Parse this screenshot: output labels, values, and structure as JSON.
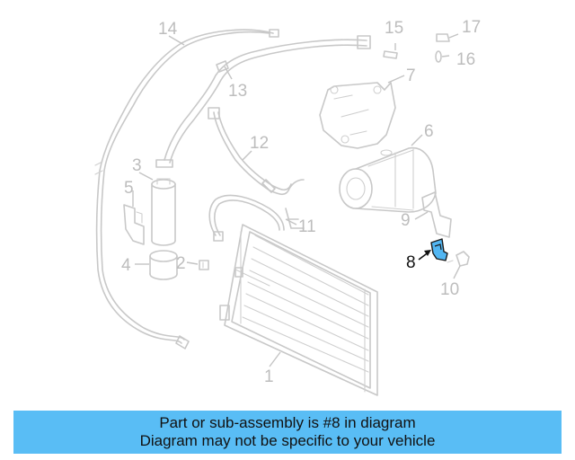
{
  "diagram": {
    "callouts": [
      {
        "id": "1",
        "label": "1"
      },
      {
        "id": "2",
        "label": "2"
      },
      {
        "id": "3",
        "label": "3"
      },
      {
        "id": "4",
        "label": "4"
      },
      {
        "id": "5",
        "label": "5"
      },
      {
        "id": "6",
        "label": "6"
      },
      {
        "id": "7",
        "label": "7"
      },
      {
        "id": "8",
        "label": "8",
        "highlighted": true
      },
      {
        "id": "9",
        "label": "9"
      },
      {
        "id": "10",
        "label": "10"
      },
      {
        "id": "11",
        "label": "11"
      },
      {
        "id": "12",
        "label": "12"
      },
      {
        "id": "13",
        "label": "13"
      },
      {
        "id": "14",
        "label": "14"
      },
      {
        "id": "15",
        "label": "15"
      },
      {
        "id": "16",
        "label": "16"
      },
      {
        "id": "17",
        "label": "17"
      }
    ],
    "colors": {
      "line_art": "#c8c8c8",
      "highlight_fill": "#52b6f2",
      "highlight_label": "#111111"
    }
  },
  "caption": {
    "line1": "Part or sub-assembly is #8 in diagram",
    "line2": "Diagram may not be specific to your vehicle",
    "background": "#59bdf5"
  }
}
